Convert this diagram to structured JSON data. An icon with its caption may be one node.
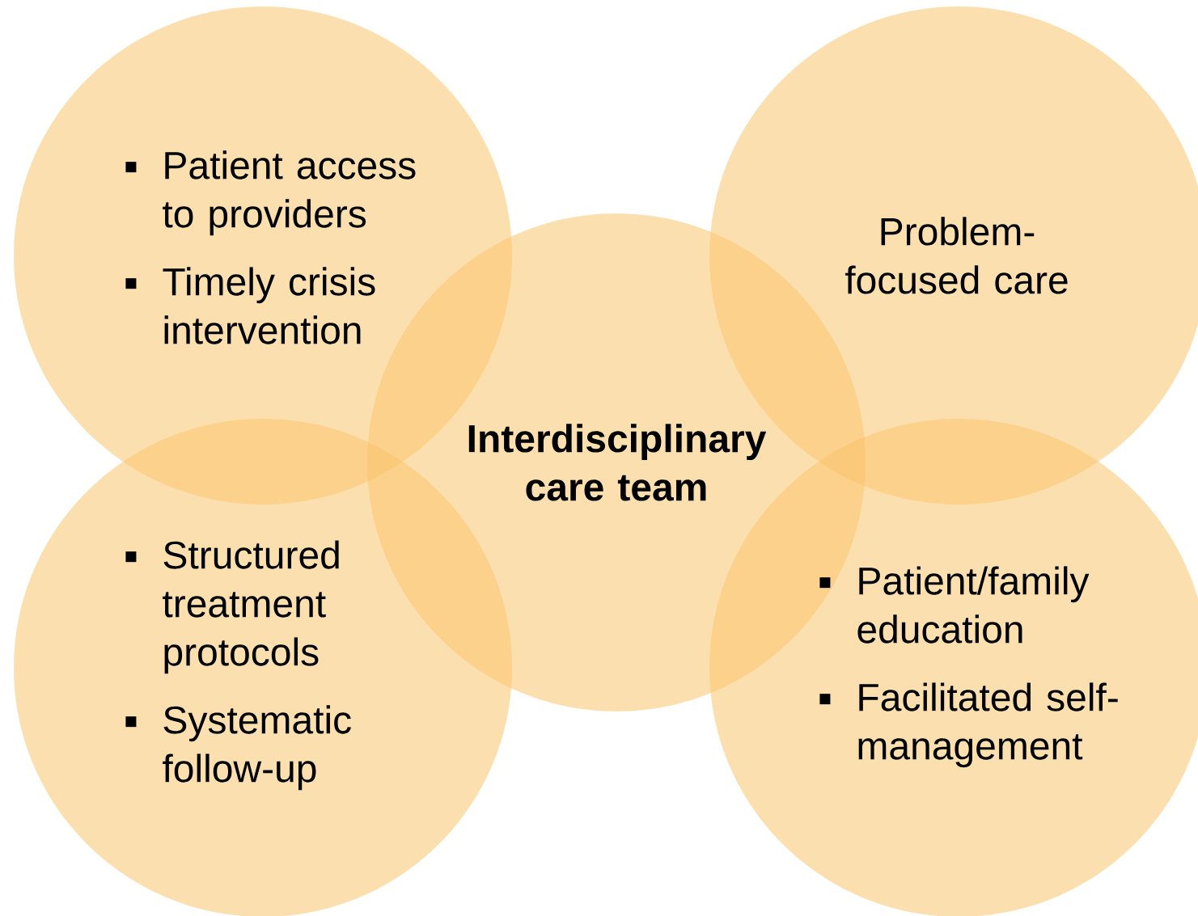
{
  "diagram": {
    "nodes": [
      {
        "text": [
          "Patient access to providers",
          "Timely crisis intervention"
        ]
      },
      {
        "text": [
          "Problem-focused care"
        ]
      },
      {
        "text": [
          "Interdisciplinary care team"
        ]
      },
      {
        "text": [
          "Structured treatment protocols",
          "Systematic follow-up"
        ]
      },
      {
        "text": [
          "Patient/family education",
          "Facilitated self-management"
        ]
      }
    ]
  }
}
